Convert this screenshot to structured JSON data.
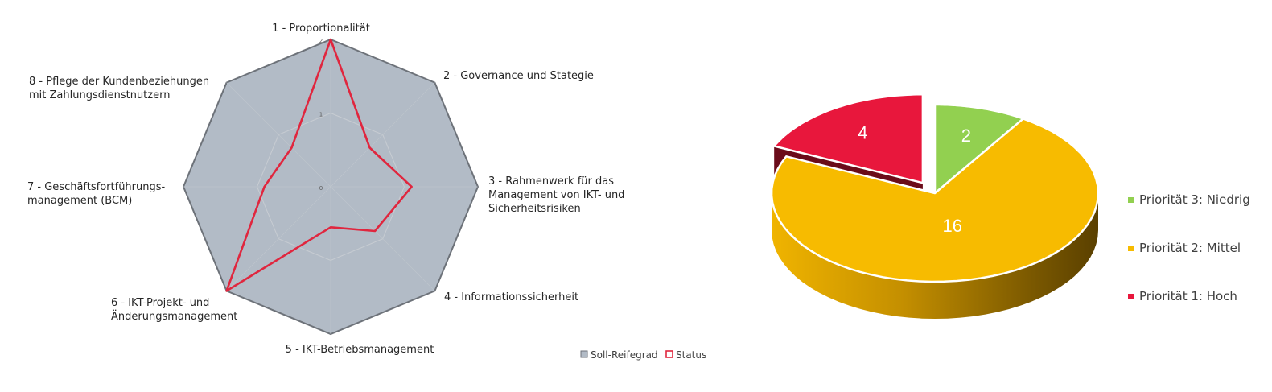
{
  "chart_data": [
    {
      "type": "radar",
      "axes": [
        "1 - Proportionalität",
        "2 - Governance und Stategie",
        "3 - Rahmenwerk für das Management von IKT- und Sicherheitsrisiken",
        "4 - Informationssicherheit",
        "5 - IKT-Betriebsmanagement",
        "6 - IKT-Projekt- und Änderungsmanagement",
        "7 - Geschäftsfortführungs-management (BCM)",
        "8 - Pflege der Kundenbeziehungen mit Zahlungsdienstnutzern"
      ],
      "axis_label_lines": [
        [
          "1 - Proportionalität"
        ],
        [
          "2 - Governance und Stategie"
        ],
        [
          "3 - Rahmenwerk für das",
          "Management von IKT- und",
          "Sicherheitsrisiken"
        ],
        [
          "4 - Informationssicherheit"
        ],
        [
          "5 - IKT-Betriebsmanagement"
        ],
        [
          "6 - IKT-Projekt- und",
          "Änderungsmanagement"
        ],
        [
          "7 - Geschäftsfortführungs-",
          "management (BCM)"
        ],
        [
          "8 - Pflege der Kundenbeziehungen",
          "mit Zahlungsdienstnutzern"
        ]
      ],
      "ticks": [
        "0",
        "1",
        "2"
      ],
      "range": [
        0,
        2
      ],
      "series": [
        {
          "name": "Soll-Reifegrad",
          "values": [
            2,
            2,
            2,
            2,
            2,
            2,
            2,
            2
          ],
          "fill": "#b2bbc6",
          "stroke": "#6d7279"
        },
        {
          "name": "Status",
          "values": [
            2,
            0.75,
            1.1,
            0.85,
            0.55,
            2,
            0.9,
            0.75
          ],
          "stroke": "#e0263e"
        }
      ],
      "gridlines": true,
      "legend": "bottom-right"
    },
    {
      "type": "pie",
      "categories": [
        "Priorität 3: Niedrig",
        "Priorität 2: Mittel",
        "Priorität 1: Hoch"
      ],
      "values": [
        2,
        16,
        4
      ],
      "data_labels": [
        "2",
        "16",
        "4"
      ],
      "colors": [
        "#92d050",
        "#f7bb00",
        "#e8173c"
      ],
      "side_colors": [
        "#5a8a30",
        "#b57f00",
        "#6b0c1a"
      ],
      "exploded": [
        "Priorität 1: Hoch"
      ],
      "three_d": true,
      "legend": "right"
    }
  ]
}
